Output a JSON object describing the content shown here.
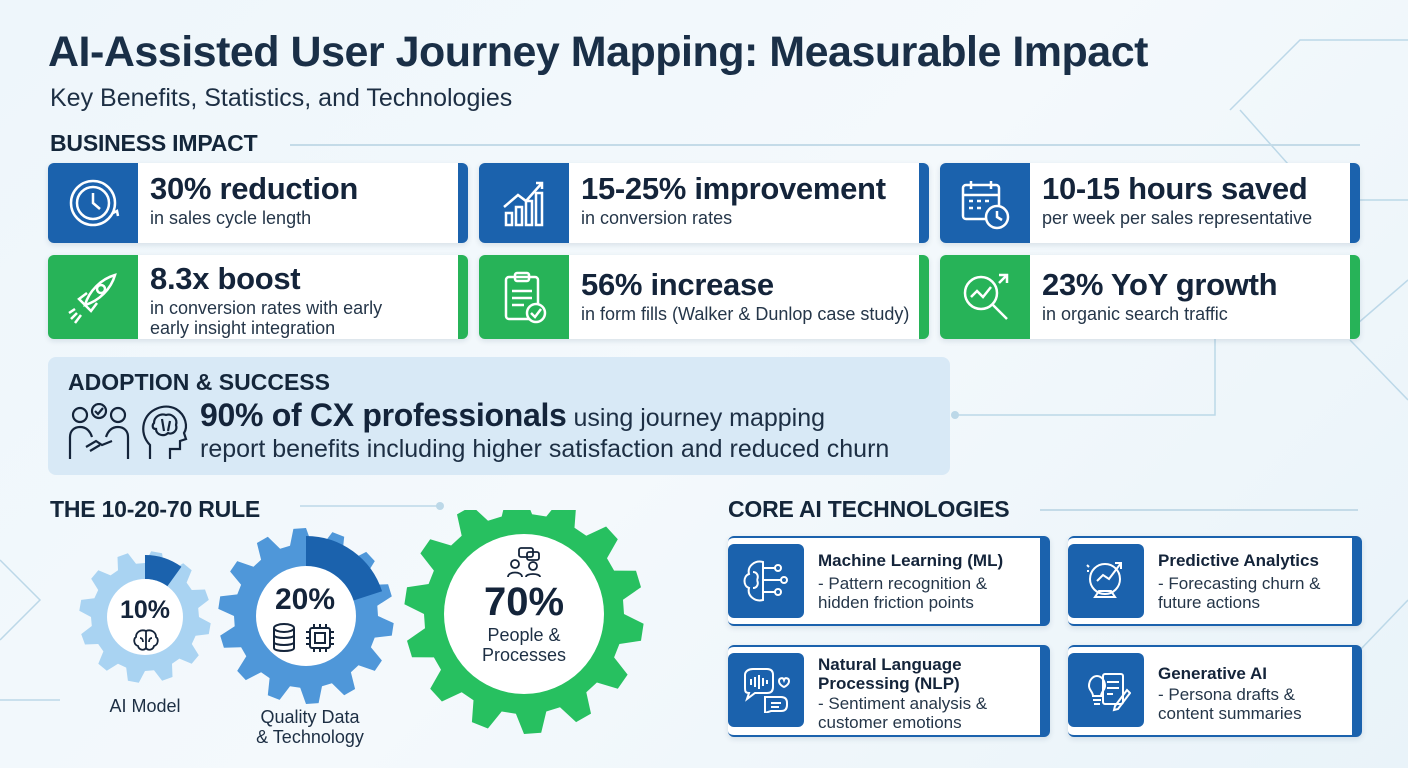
{
  "header": {
    "title": "AI-Assisted User Journey Mapping: Measurable Impact",
    "subtitle": "Key Benefits, Statistics, and Technologies"
  },
  "business_impact": {
    "heading": "BUSINESS IMPACT",
    "cards": [
      {
        "value": "30% reduction",
        "desc": [
          "in sales cycle length"
        ],
        "color": "#1b62ad",
        "icon": "clock-icon"
      },
      {
        "value": "15-25% improvement",
        "desc": [
          "in conversion rates"
        ],
        "color": "#1b62ad",
        "icon": "bar-chart-growth-icon"
      },
      {
        "value": "10-15 hours saved",
        "desc": [
          "per week per sales representative"
        ],
        "color": "#1b62ad",
        "icon": "calendar-clock-icon"
      },
      {
        "value": "8.3x boost",
        "desc": [
          "in conversion rates with early",
          "early insight integration"
        ],
        "color": "#27b358",
        "icon": "rocket-icon"
      },
      {
        "value": "56% increase",
        "desc": [
          "in form fills (Walker & Dunlop case study)"
        ],
        "color": "#27b358",
        "icon": "clipboard-check-icon"
      },
      {
        "value": "23% YoY growth",
        "desc": [
          "in organic search traffic"
        ],
        "color": "#27b358",
        "icon": "magnifier-chart-icon"
      }
    ]
  },
  "adoption": {
    "heading": "ADOPTION & SUCCESS",
    "highlight": "90% of CX professionals",
    "line1_rest": " using journey mapping",
    "line2": "report benefits including higher satisfaction and reduced churn",
    "icons": [
      "handshake-people-icon",
      "brain-head-icon"
    ]
  },
  "rule": {
    "heading": "THE 10-20-70 RULE",
    "gears": [
      {
        "pct": "10%",
        "label": "AI Model",
        "value": 10,
        "color": "#a9d3f2",
        "accent": "#1b62ad",
        "icon": "brain-icon"
      },
      {
        "pct": "20%",
        "label": "Quality Data & Technology",
        "value": 20,
        "color": "#4f97d9",
        "accent": "#1b62ad",
        "icon": "database-chip-icon"
      },
      {
        "pct": "70%",
        "label": "People & Processes",
        "value": 70,
        "color": "#27c060",
        "accent": "#27c060",
        "icon": "people-chat-icon"
      }
    ]
  },
  "tech": {
    "heading": "CORE AI TECHNOLOGIES",
    "items": [
      {
        "title": [
          "Machine Learning (ML)"
        ],
        "desc": [
          "- Pattern recognition &",
          "hidden friction points"
        ],
        "icon": "brain-circuit-icon"
      },
      {
        "title": [
          "Predictive Analytics"
        ],
        "desc": [
          "- Forecasting churn &",
          "future actions"
        ],
        "icon": "crystal-ball-icon"
      },
      {
        "title": [
          "Natural Language",
          "Processing (NLP)"
        ],
        "desc": [
          "- Sentiment analysis &",
          "customer emotions"
        ],
        "icon": "chat-heart-icon"
      },
      {
        "title": [
          "Generative AI"
        ],
        "desc": [
          "- Persona drafts &",
          "content summaries"
        ],
        "icon": "document-pen-icon"
      }
    ]
  },
  "colors": {
    "blue": "#1b62ad",
    "green": "#27b358",
    "navy": "#1a2f47"
  }
}
